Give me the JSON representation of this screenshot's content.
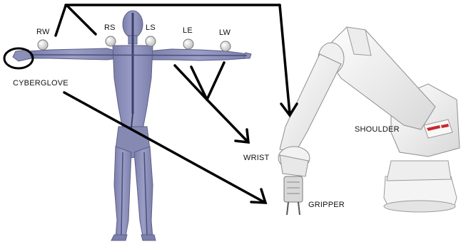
{
  "figure": {
    "markers": [
      {
        "id": "rw",
        "label": "RW"
      },
      {
        "id": "rs",
        "label": "RS"
      },
      {
        "id": "ls",
        "label": "LS"
      },
      {
        "id": "le",
        "label": "LE"
      },
      {
        "id": "lw",
        "label": "LW"
      }
    ],
    "glove_label": "CYBERGLOVE",
    "robot_labels": {
      "shoulder": "SHOULDER",
      "wrist": "WRIST",
      "gripper": "GRIPPER"
    },
    "colors": {
      "body_fill": "#8c90b8",
      "body_shade": "#6e7299",
      "bone": "#3b3f6b",
      "marker": "#e6e6e6",
      "robot_white": "#f2f2f2",
      "robot_shade": "#cfcfcf",
      "robot_red": "#c8282a",
      "arrow": "#000000"
    },
    "icons": [
      "human-figure",
      "robot-arm",
      "ring-marker"
    ]
  }
}
